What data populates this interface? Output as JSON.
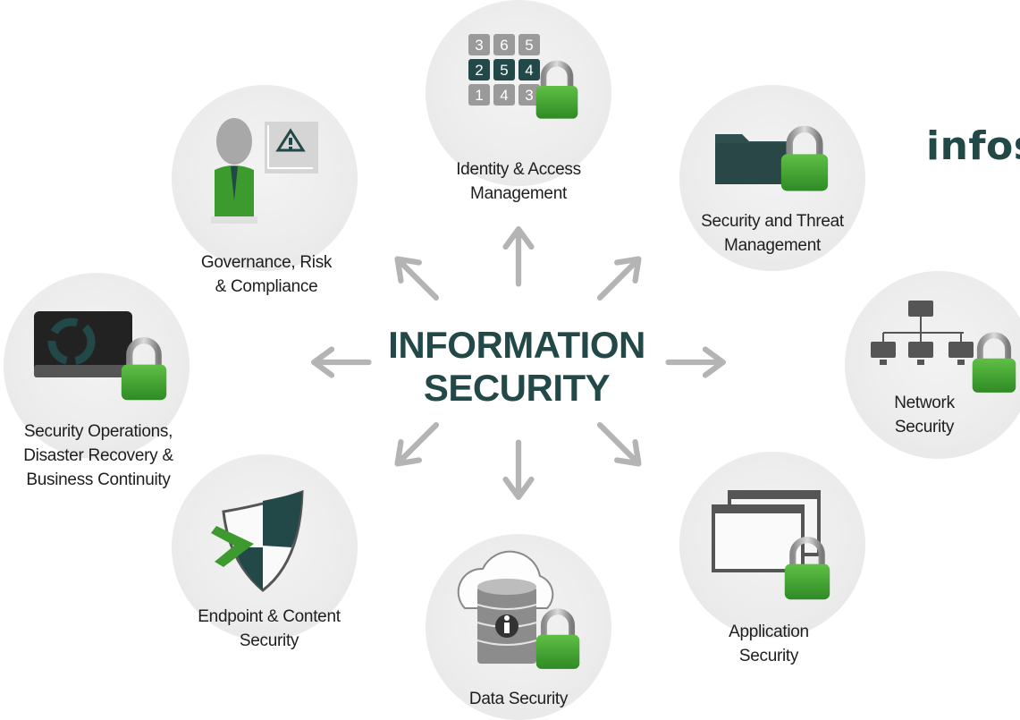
{
  "center": {
    "line1": "INFORMATION",
    "line2": "SECURITY"
  },
  "brand": "infos",
  "keypad_digits": [
    "3",
    "6",
    "5",
    "2",
    "5",
    "4",
    "1",
    "4",
    "3"
  ],
  "nodes": {
    "identity": "Identity & Access\nManagement",
    "threat": "Security and Threat\nManagement",
    "network": "Network\nSecurity",
    "application": "Application\nSecurity",
    "data": "Data Security",
    "endpoint": "Endpoint & Content\nSecurity",
    "operations": "Security Operations,\nDisaster Recovery &\nBusiness Continuity",
    "governance": "Governance, Risk\n& Compliance"
  },
  "colors": {
    "accent_green": "#3d9a2f",
    "dark_teal": "#234848",
    "arrow_gray": "#b4b4b4",
    "circle": "#ececec"
  }
}
